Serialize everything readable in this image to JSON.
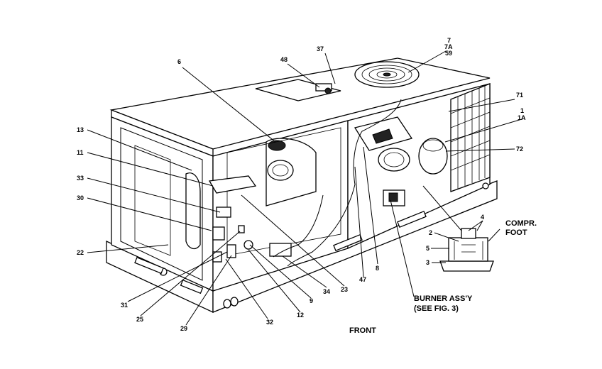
{
  "callouts": {
    "c7": "7",
    "c7a": "7A",
    "c59": "59",
    "c37": "37",
    "c48": "48",
    "c6": "6",
    "c71": "71",
    "c1": "1",
    "c1a": "1A",
    "c72": "72",
    "c13": "13",
    "c11": "11",
    "c33": "33",
    "c30": "30",
    "c22": "22",
    "c2": "2",
    "c4": "4",
    "c5": "5",
    "c3": "3",
    "c31": "31",
    "c25": "25",
    "c29": "29",
    "c32": "32",
    "c12": "12",
    "c9": "9",
    "c34": "34",
    "c23": "23",
    "c47": "47",
    "c8": "8"
  },
  "notes": {
    "compr_foot_1": "COMPR.",
    "compr_foot_2": "FOOT",
    "burner_1": "BURNER ASS'Y",
    "burner_2": "(SEE FIG. 3)",
    "front": "FRONT"
  }
}
